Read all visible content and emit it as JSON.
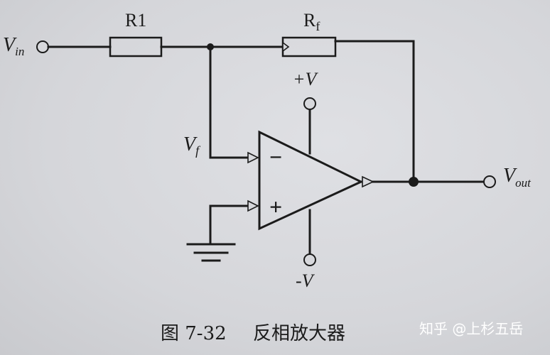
{
  "labels": {
    "r1": "R1",
    "rf_main": "R",
    "rf_sub": "f",
    "vin_main": "V",
    "vin_sub": "in",
    "vf_main": "V",
    "vf_sub": "f",
    "vout_main": "V",
    "vout_sub": "out",
    "vplus": "+V",
    "vminus": "-V",
    "minus_sign": "−",
    "plus_sign": "+"
  },
  "caption": {
    "figure_no": "图 7-32",
    "title": "反相放大器"
  },
  "watermark": "知乎 @上杉五岳",
  "colors": {
    "ink": "#1b1b1b",
    "paper": "#d7d8dc"
  }
}
